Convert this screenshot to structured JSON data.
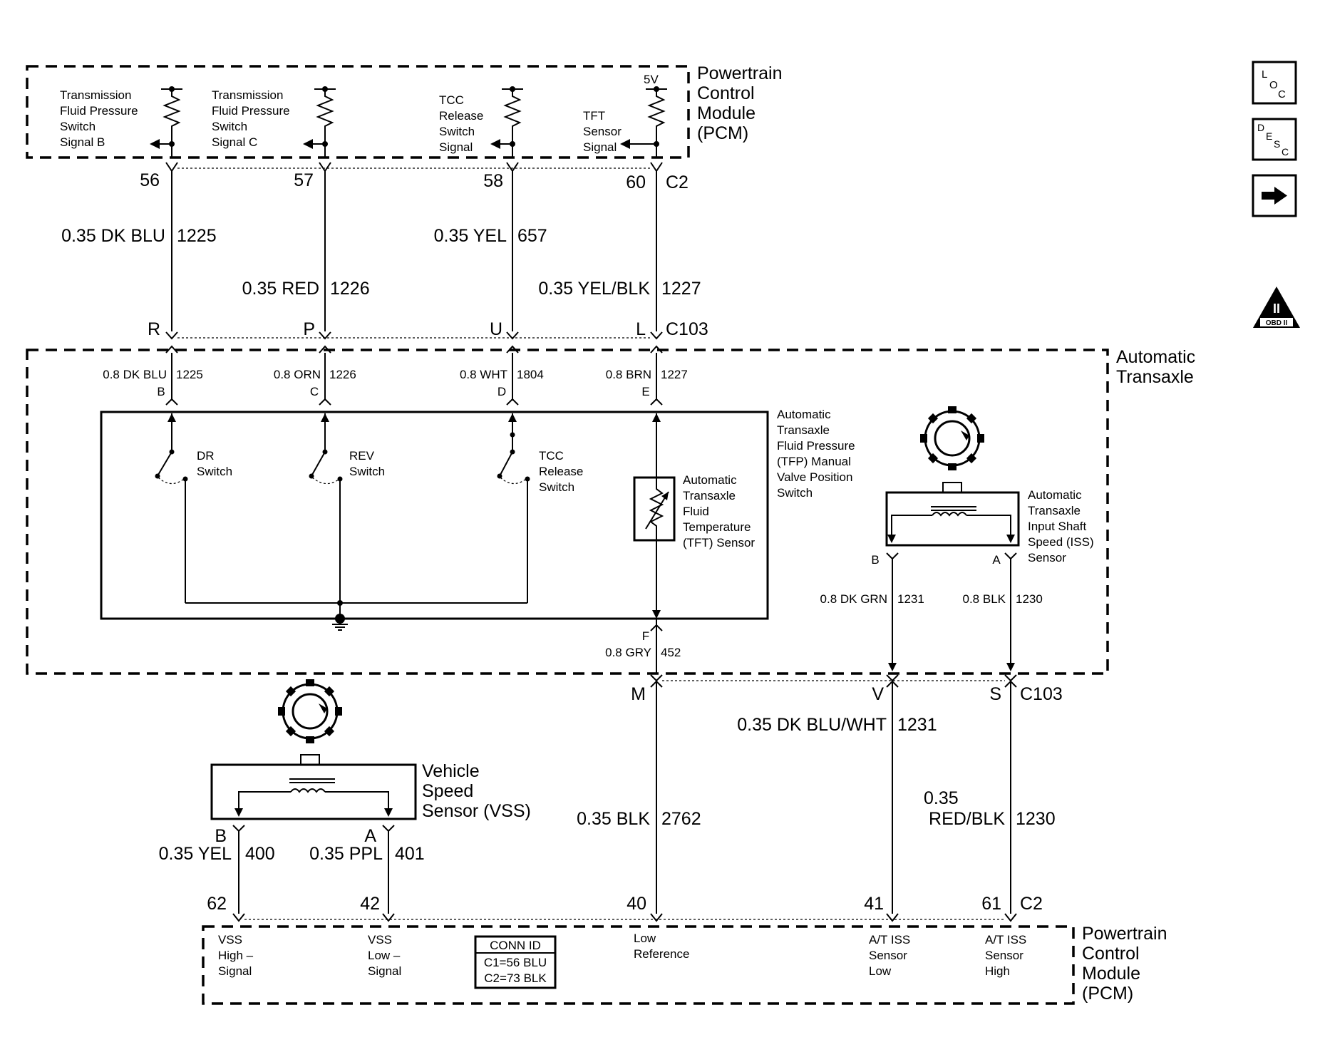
{
  "pcm_top": {
    "name": [
      "Powertrain",
      "Control",
      "Module",
      "(PCM)"
    ],
    "signals": [
      {
        "lines": [
          "Transmission",
          "Fluid Pressure",
          "Switch",
          "Signal B"
        ]
      },
      {
        "lines": [
          "Transmission",
          "Fluid Pressure",
          "Switch",
          "Signal C"
        ]
      },
      {
        "lines": [
          "TCC",
          "Release",
          "Switch",
          "Signal"
        ]
      },
      {
        "lines": [
          "TFT",
          "Sensor",
          "Signal"
        ]
      }
    ],
    "supply": "5V",
    "pins": [
      "56",
      "57",
      "58",
      "60"
    ],
    "connector": "C2"
  },
  "upper_wires": [
    {
      "gauge_color": "0.35 DK BLU",
      "circuit": "1225"
    },
    {
      "gauge_color": "0.35 RED",
      "circuit": "1226"
    },
    {
      "gauge_color": "0.35 YEL",
      "circuit": "657"
    },
    {
      "gauge_color": "0.35 YEL/BLK",
      "circuit": "1227"
    }
  ],
  "c103_top": {
    "pins": [
      "R",
      "P",
      "U",
      "L"
    ],
    "connector": "C103"
  },
  "transaxle": {
    "name": [
      "Automatic",
      "Transaxle"
    ],
    "wires": [
      {
        "gauge_color": "0.8 DK BLU",
        "circuit": "1225",
        "pin": "B"
      },
      {
        "gauge_color": "0.8 ORN",
        "circuit": "1226",
        "pin": "C"
      },
      {
        "gauge_color": "0.8 WHT",
        "circuit": "1804",
        "pin": "D"
      },
      {
        "gauge_color": "0.8 BRN",
        "circuit": "1227",
        "pin": "E"
      }
    ],
    "switches": [
      {
        "lines": [
          "DR",
          "Switch"
        ]
      },
      {
        "lines": [
          "REV",
          "Switch"
        ]
      },
      {
        "lines": [
          "TCC",
          "Release",
          "Switch"
        ]
      }
    ],
    "tft_sensor": [
      "Automatic",
      "Transaxle",
      "Fluid",
      "Temperature",
      "(TFT) Sensor"
    ],
    "tfp_switch": [
      "Automatic",
      "Transaxle",
      "Fluid Pressure",
      "(TFP) Manual",
      "Valve Position",
      "Switch"
    ],
    "ground_wire": {
      "pin": "F",
      "gauge_color": "0.8 GRY",
      "circuit": "452"
    },
    "iss_sensor": {
      "lines": [
        "Automatic",
        "Transaxle",
        "Input Shaft",
        "Speed (ISS)",
        "Sensor"
      ],
      "pins": [
        "B",
        "A"
      ],
      "wires": [
        {
          "gauge_color": "0.8 DK GRN",
          "circuit": "1231"
        },
        {
          "gauge_color": "0.8 BLK",
          "circuit": "1230"
        }
      ]
    }
  },
  "c103_bottom": {
    "pins": [
      "M",
      "V",
      "S"
    ],
    "connector": "C103"
  },
  "lower_wires": [
    {
      "gauge_color": "0.35 DK BLU/WHT",
      "circuit": "1231"
    },
    {
      "gauge_color": "0.35 BLK",
      "circuit": "2762"
    },
    {
      "gauge_color_line1": "0.35",
      "gauge_color_line2": "RED/BLK",
      "circuit": "1230"
    }
  ],
  "vss": {
    "name": [
      "Vehicle",
      "Speed",
      "Sensor (VSS)"
    ],
    "pins": [
      "B",
      "A"
    ],
    "wires": [
      {
        "gauge_color": "0.35 YEL",
        "circuit": "400"
      },
      {
        "gauge_color": "0.35 PPL",
        "circuit": "401"
      }
    ]
  },
  "pcm_bottom": {
    "name": [
      "Powertrain",
      "Control",
      "Module",
      "(PCM)"
    ],
    "pins": [
      "62",
      "42",
      "40",
      "41",
      "61"
    ],
    "connector": "C2",
    "signals": [
      {
        "lines": [
          "VSS",
          "High –",
          "Signal"
        ]
      },
      {
        "lines": [
          "VSS",
          "Low –",
          "Signal"
        ]
      },
      {
        "lines": [
          "Low",
          "Reference"
        ]
      },
      {
        "lines": [
          "A/T ISS",
          "Sensor",
          "Low"
        ]
      },
      {
        "lines": [
          "A/T ISS",
          "Sensor",
          "High"
        ]
      }
    ],
    "conn_id": [
      "CONN ID",
      "C1=56 BLU",
      "C2=73 BLK"
    ]
  },
  "side_icons": {
    "loc": [
      "L",
      "O",
      "C"
    ],
    "desc": [
      "D",
      "E",
      "S",
      "C"
    ],
    "obd": [
      "II",
      "OBD II"
    ]
  }
}
